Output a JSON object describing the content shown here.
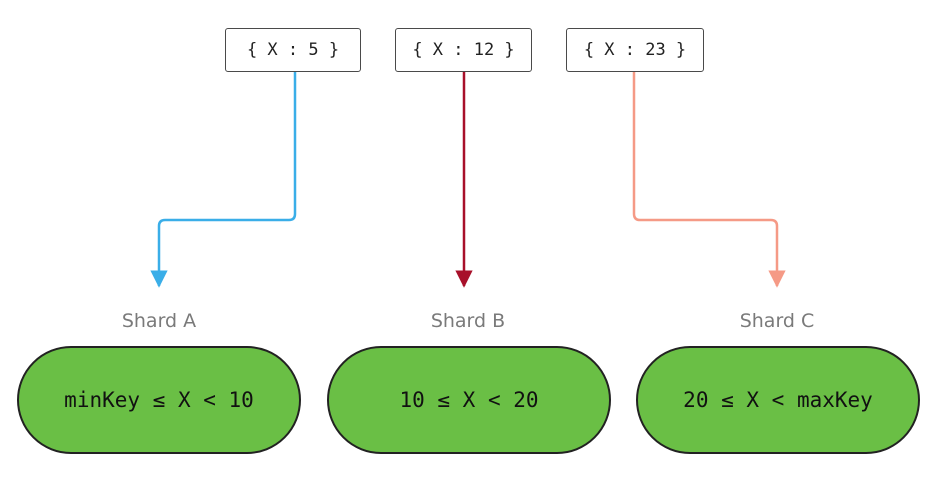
{
  "documents": [
    {
      "text": "{ X : 5 }"
    },
    {
      "text": "{ X : 12 }"
    },
    {
      "text": "{ X : 23 }"
    }
  ],
  "shards": [
    {
      "name": "Shard A",
      "range": "minKey ≤ X < 10"
    },
    {
      "name": "Shard B",
      "range": "10 ≤ X < 20"
    },
    {
      "name": "Shard C",
      "range": "20 ≤ X < maxKey"
    }
  ],
  "colors": {
    "arrow_a": "#3aaee8",
    "arrow_b": "#a8102a",
    "arrow_c": "#f59a86",
    "shard_fill": "#6abf45"
  }
}
